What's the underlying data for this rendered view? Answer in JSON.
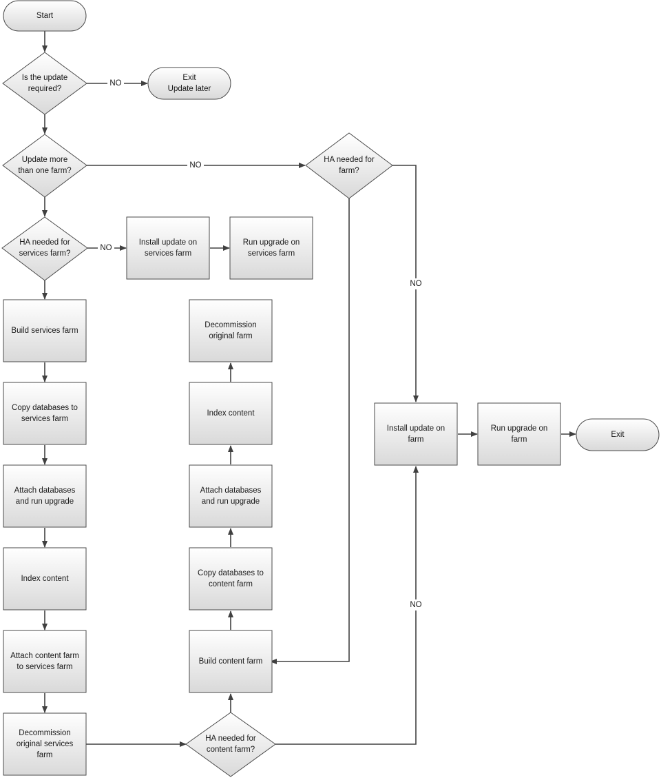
{
  "colors": {
    "shape_fill_top": "#ffffff",
    "shape_fill_bottom": "#d9d9d9",
    "shape_stroke": "#4a4a4a",
    "connector": "#404040",
    "text": "#1a1a1a"
  },
  "nodes": {
    "start": {
      "type": "terminal",
      "lines": [
        "Start"
      ]
    },
    "q_update_required": {
      "type": "decision",
      "lines": [
        "Is the update",
        "required?"
      ]
    },
    "exit_later": {
      "type": "terminal",
      "lines": [
        "Exit",
        "Update later"
      ]
    },
    "q_more_than_one_farm": {
      "type": "decision",
      "lines": [
        "Update more",
        "than one farm?"
      ]
    },
    "q_ha_farm": {
      "type": "decision",
      "lines": [
        "HA needed for",
        "farm?"
      ]
    },
    "q_ha_services": {
      "type": "decision",
      "lines": [
        "HA needed for",
        "services farm?"
      ]
    },
    "install_services": {
      "type": "process",
      "lines": [
        "Install update on",
        "services farm"
      ]
    },
    "run_upgrade_services": {
      "type": "process",
      "lines": [
        "Run upgrade on",
        "services farm"
      ]
    },
    "build_services": {
      "type": "process",
      "lines": [
        "Build services farm"
      ]
    },
    "copy_db_services": {
      "type": "process",
      "lines": [
        "Copy databases to",
        "services farm"
      ]
    },
    "attach_db_left": {
      "type": "process",
      "lines": [
        "Attach databases",
        "and run upgrade"
      ]
    },
    "index_left": {
      "type": "process",
      "lines": [
        "Index content"
      ]
    },
    "attach_content_farm": {
      "type": "process",
      "lines": [
        "Attach content farm",
        "to services farm"
      ]
    },
    "decom_services": {
      "type": "process",
      "lines": [
        "Decommission",
        "original services",
        "farm"
      ]
    },
    "decom_original": {
      "type": "process",
      "lines": [
        "Decommission",
        "original farm"
      ]
    },
    "index_mid": {
      "type": "process",
      "lines": [
        "Index content"
      ]
    },
    "attach_db_mid": {
      "type": "process",
      "lines": [
        "Attach databases",
        "and run upgrade"
      ]
    },
    "copy_db_content": {
      "type": "process",
      "lines": [
        "Copy databases to",
        "content farm"
      ]
    },
    "build_content": {
      "type": "process",
      "lines": [
        "Build content farm"
      ]
    },
    "q_ha_content": {
      "type": "decision",
      "lines": [
        "HA needed for",
        "content farm?"
      ]
    },
    "install_farm": {
      "type": "process",
      "lines": [
        "Install update on",
        "farm"
      ]
    },
    "run_upgrade_farm": {
      "type": "process",
      "lines": [
        "Run upgrade on",
        "farm"
      ]
    },
    "exit_final": {
      "type": "terminal",
      "lines": [
        "Exit"
      ]
    }
  },
  "edge_labels": {
    "no_update_required": "NO",
    "no_more_than_one": "NO",
    "no_ha_services": "NO",
    "no_ha_farm": "NO",
    "no_ha_content": "NO"
  }
}
